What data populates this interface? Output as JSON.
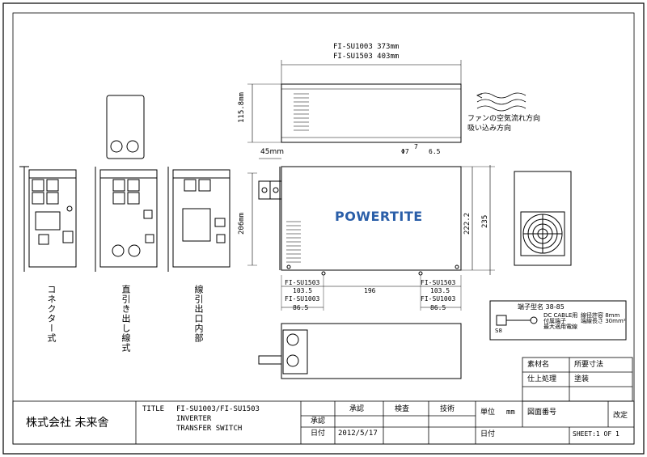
{
  "drawing": {
    "dims": {
      "length_su1003": "FI-SU1003  373mm",
      "length_su1503": "FI-SU1503  403mm",
      "height_top": "115.8mm",
      "d45": "45mm",
      "d206": "206mm",
      "d222": "222.2",
      "d235": "235",
      "phi7": "Φ7",
      "d7": "7",
      "d6_5": "6.5",
      "su1503_left": "FI-SU1503",
      "su1503_left_val": "103.5",
      "su1003_left": "FI-SU1003",
      "su1003_left_val": "86.5",
      "mid_196": "196",
      "su1503_right": "FI-SU1503",
      "su1503_right_val": "103.5",
      "su1003_right": "FI-SU1003",
      "su1003_right_val": "86.5"
    },
    "fan_note": [
      "ファンの空気流れ方向",
      "吸い込み方向"
    ],
    "logo": "POWERTITE",
    "variants": {
      "connector": "コネクター式",
      "direct_lead": "直引き出し線式",
      "internal_lead": "線引出口内部"
    },
    "terminal_note": {
      "label": "端子型名 38-85",
      "lines": [
        "DC CABLE用",
        "付属端子",
        "最大適用電線",
        "線径許容 8mm",
        "端線長さ 30mm²"
      ],
      "mark": "S8"
    }
  },
  "title_block": {
    "company": "株式会社 未来舎",
    "title_label": "TITLE",
    "title_lines": [
      "FI-SU1003/FI-SU1503",
      "INVERTER",
      "TRANSFER SWITCH"
    ],
    "approval": "承認",
    "inspection": "検査",
    "technician": "技術",
    "approve_row": "承認",
    "date_label": "日付",
    "date_value": "2012/5/17",
    "unit_label": "単位",
    "unit_value": "mm",
    "drawing_no_label": "図面番号",
    "revision_label": "改定",
    "date_label2": "日付",
    "sheet": "SHEET:1 OF 1",
    "material_label": "素材名",
    "material_value": "所要寸法",
    "finish_label": "仕上処理",
    "finish_value": "塗装"
  }
}
